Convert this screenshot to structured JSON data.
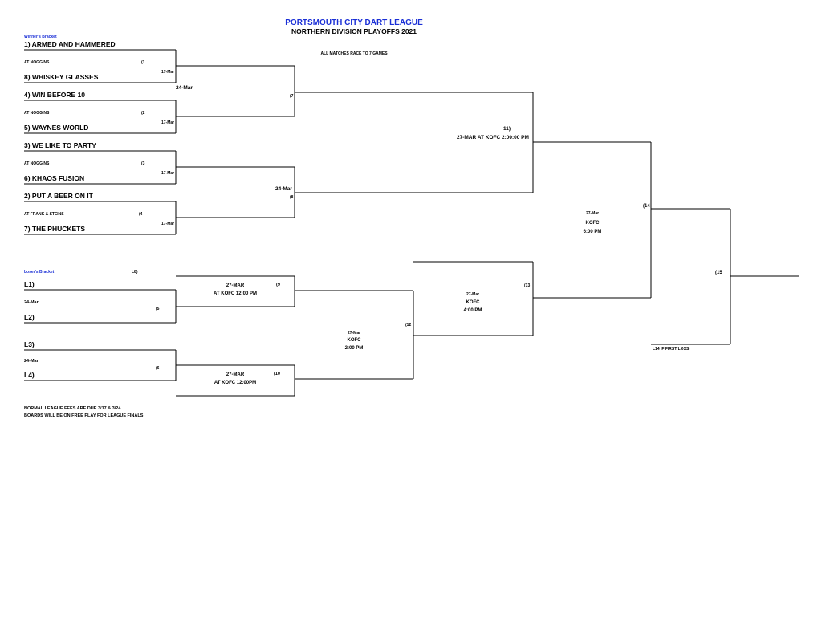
{
  "header": {
    "title": "PORTSMOUTH CITY DART LEAGUE",
    "subtitle": "NORTHERN DIVISION PLAYOFFS  2021",
    "race_note": "ALL MATCHES RACE TO 7 GAMES"
  },
  "winners_bracket": {
    "label": "Winner's Bracket",
    "round1": [
      {
        "top": "1) ARMED AND HAMMERED",
        "bottom": "8) WHISKEY GLASSES",
        "venue": "AT NOGGINS",
        "match": "(1",
        "date": "17-Mar"
      },
      {
        "top": "4) WIN BEFORE 10",
        "bottom": "5) WAYNES WORLD",
        "venue": "AT NOGGINS",
        "match": "(2",
        "date": "17-Mar"
      },
      {
        "top": "3) WE LIKE TO PARTY",
        "bottom": "6) KHAOS FUSION",
        "venue": "AT NOGGINS",
        "match": "(3",
        "date": "17-Mar"
      },
      {
        "top": "2) PUT A BEER ON IT",
        "bottom": "7) THE PHUCKETS",
        "venue": "AT FRANK & STEINS",
        "match": "(4",
        "date": "17-Mar"
      }
    ],
    "round2": [
      {
        "date": "24-Mar",
        "match": "(7"
      },
      {
        "date": "24-Mar",
        "match": "(8"
      }
    ],
    "final": {
      "match": "11)",
      "info": "27-MAR AT KOFC 2:00:00 PM"
    }
  },
  "losers_bracket": {
    "label": "Loser's Bracket",
    "l8_label": "L8)",
    "round1": [
      {
        "top": "L1)",
        "bottom": "L2)",
        "date": "24-Mar",
        "match": "(5"
      },
      {
        "top": "L3)",
        "bottom": "L4)",
        "date": "24-Mar",
        "match": "(6"
      }
    ],
    "match9": {
      "date": "27-MAR",
      "venue": "AT KOFC 12:00 PM",
      "match": "(9"
    },
    "match10": {
      "date": "27-MAR",
      "venue": "AT KOFC 12:00PM",
      "match": "(10"
    },
    "match12": {
      "date": "27-Mar",
      "venue": "KOFC",
      "time": "2:00 PM",
      "match": "(12"
    },
    "match13": {
      "date": "27-Mar",
      "venue": "KOFC",
      "time": "4:00 PM",
      "match": "(13"
    }
  },
  "championship": {
    "match14": {
      "date": "27-Mar",
      "venue": "KOFC",
      "time": "6:00 PM",
      "match": "(14"
    },
    "match15": {
      "match": "(15",
      "note": "L14 IF FIRST LOSS"
    }
  },
  "footer": {
    "line1": "NORMAL LEAGUE FEES ARE DUE 3/17 & 3/24",
    "line2": "BOARDS WILL BE ON FREE PLAY FOR LEAGUE FINALS"
  }
}
